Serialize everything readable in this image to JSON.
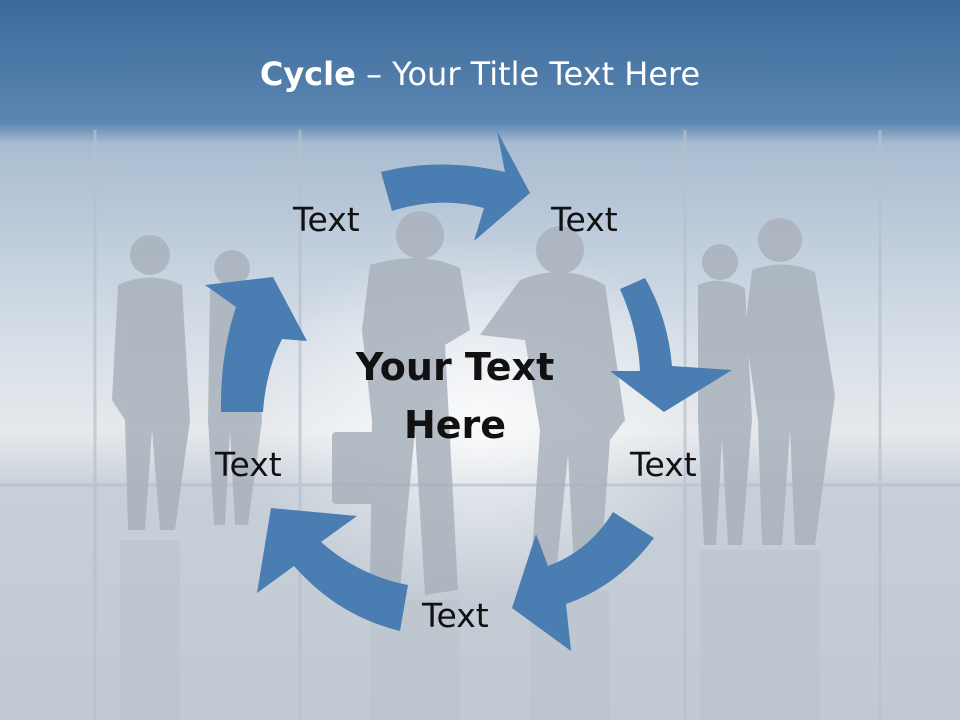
{
  "slide": {
    "title_bold": "Cycle",
    "title_rest": " – Your Title Text Here",
    "center_line1": "Your Text",
    "center_line2": "Here",
    "labels": [
      "Text",
      "Text",
      "Text",
      "Text",
      "Text"
    ]
  },
  "colors": {
    "arrow": "#4a7db1",
    "header": "#3f6d9e",
    "sky": "#c9d6e3",
    "silhouette": "#a9b3be"
  },
  "icons": {
    "arrows": [
      "curved-arrow-icon"
    ]
  }
}
